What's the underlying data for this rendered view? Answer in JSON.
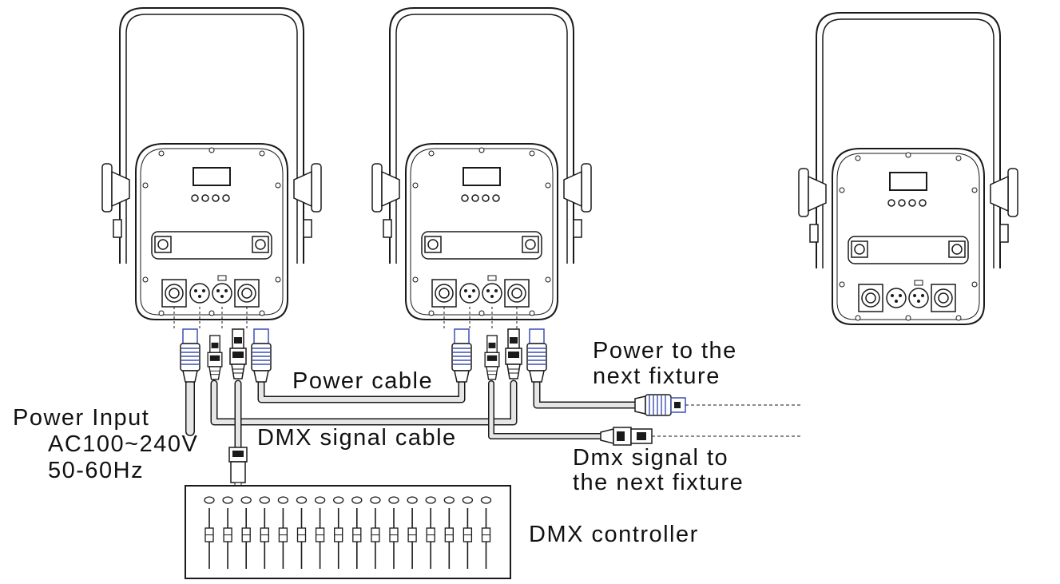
{
  "labels": {
    "power_input": "Power Input",
    "power_spec_voltage": "AC100~240V",
    "power_spec_freq": "50-60Hz",
    "power_cable": "Power cable",
    "dmx_signal_cable": "DMX signal  cable",
    "power_next_line1": "Power to the",
    "power_next_line2": "next fixture",
    "dmx_next_line1": "Dmx  signal to",
    "dmx_next_line2": "the  next  fixture",
    "dmx_controller": "DMX  controller"
  },
  "fixtures": [
    {
      "id": "fixture-1",
      "ports": [
        "power-in",
        "dmx-in",
        "dmx-out",
        "power-out"
      ]
    },
    {
      "id": "fixture-2",
      "ports": [
        "power-in",
        "dmx-in",
        "dmx-out",
        "power-out"
      ]
    },
    {
      "id": "fixture-3",
      "ports": [
        "power-in",
        "dmx-in",
        "dmx-out",
        "power-out"
      ]
    }
  ],
  "controller": {
    "fader_count": 16
  },
  "colors": {
    "line": "#1a1a1a",
    "connector_accent": "#3b4fb8",
    "cable_fill": "#e6e6e6",
    "background": "#ffffff"
  }
}
